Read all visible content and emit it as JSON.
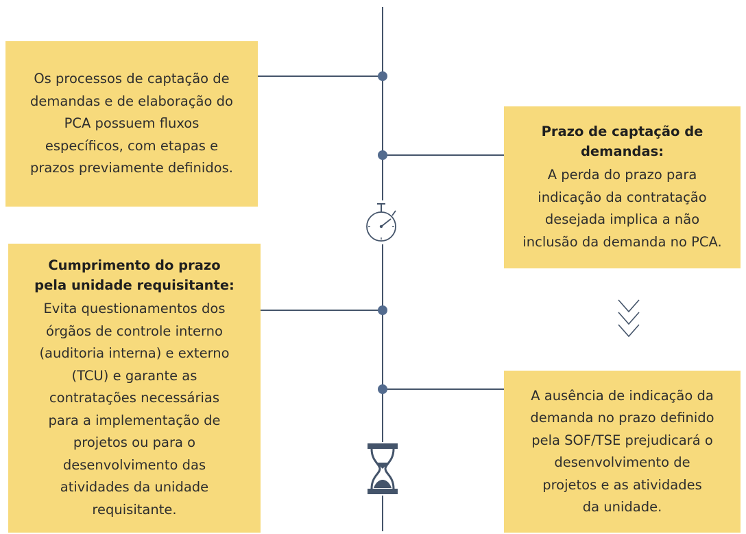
{
  "box1": {
    "lines": [
      "Os processos de captação de",
      "demandas e de elaboração do",
      "PCA possuem fluxos",
      "específicos, com etapas e",
      "prazos previamente definidos."
    ]
  },
  "box2": {
    "title_lines": [
      "Prazo de captação de",
      "demandas:"
    ],
    "lines": [
      "A perda do prazo para",
      "indicação da contratação",
      "desejada implica a não",
      "inclusão da demanda no PCA."
    ]
  },
  "box3": {
    "title_lines": [
      "Cumprimento do prazo",
      "pela unidade requisitante:"
    ],
    "lines": [
      "Evita questionamentos dos",
      "órgãos de controle interno",
      "(auditoria interna) e externo",
      "(TCU) e garante as",
      "contratações necessárias",
      "para a implementação de",
      "projetos ou para o",
      "desenvolvimento das",
      "atividades da unidade",
      "requisitante."
    ]
  },
  "box4": {
    "lines": [
      "A ausência de indicação da",
      "demanda no prazo definido",
      "pela SOF/TSE prejudicará o",
      "desenvolvimento de",
      "projetos e as atividades",
      "da unidade."
    ]
  },
  "icons": {
    "stopwatch": "stopwatch-icon",
    "hourglass": "hourglass-icon",
    "chevrons": "triple-chevron-down-icon"
  },
  "colors": {
    "box_fill": "#f7da7c",
    "line": "#44546a",
    "node": "#536b8e"
  }
}
